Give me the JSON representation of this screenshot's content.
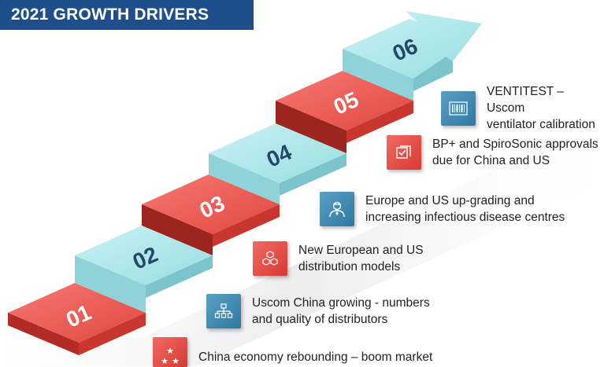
{
  "title": "2021 GROWTH DRIVERS",
  "steps": [
    "01",
    "02",
    "03",
    "04",
    "05",
    "06"
  ],
  "drivers": [
    {
      "icon": "barcode-icon",
      "color": "teal",
      "text": "VENTITEST – Uscom\nventilator calibration"
    },
    {
      "icon": "checklist-icon",
      "color": "red",
      "text": "BP+ and SpiroSonic approvals\ndue for China and US"
    },
    {
      "icon": "doctor-icon",
      "color": "teal",
      "text": "Europe and US up-grading and\nincreasing infectious disease centres"
    },
    {
      "icon": "boxes-icon",
      "color": "red",
      "text": "New European and US\ndistribution models"
    },
    {
      "icon": "org-chart-icon",
      "color": "teal",
      "text": "Uscom China growing - numbers\nand quality of distributors"
    },
    {
      "icon": "stars-icon",
      "color": "red",
      "text": "China economy rebounding – boom market"
    }
  ],
  "colors": {
    "banner": "#1f4e8c",
    "red": "#e8524b",
    "teal": "#a8e4e8",
    "number": "#23486a"
  }
}
